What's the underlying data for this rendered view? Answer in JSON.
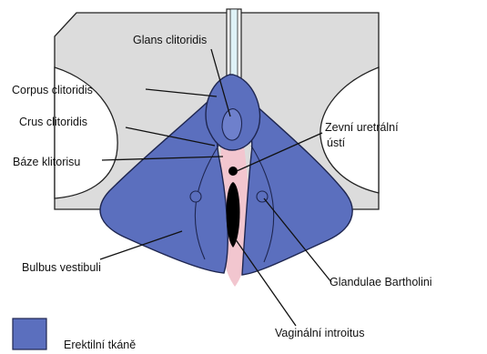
{
  "labels": {
    "glans": "Glans clitoridis",
    "corpus": "Corpus clitoridis",
    "crus": "Crus clitoridis",
    "baze": "Báze klitorisu",
    "uretra_line1": "Zevní uretrální",
    "uretra_line2": "ústí",
    "bulbus": "Bulbus vestibuli",
    "glandulae": "Glandulae Bartholini",
    "introitus": "Vaginální introitus"
  },
  "legend": {
    "label": "Erektilní tkáně",
    "color": "#5b6fbe"
  },
  "colors": {
    "tissue": "#5b6fbe",
    "tissue_dark": "#3a4a94",
    "background_area": "#dcdcdc",
    "pink": "#f2c6cf",
    "outline": "#222222"
  }
}
